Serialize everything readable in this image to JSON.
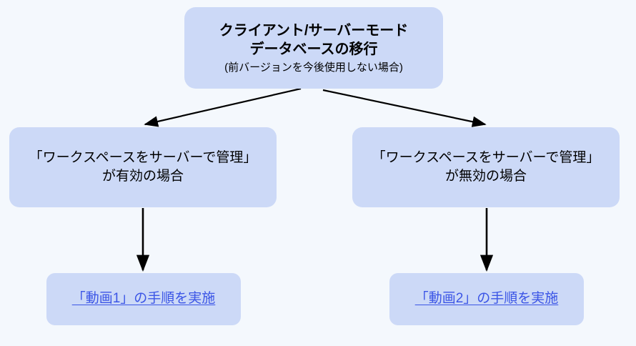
{
  "diagram": {
    "background_color": "#f4f8fd",
    "node_fill_color": "#ccd9f7",
    "arrow_color": "#000000",
    "link_color": "#3b55e6",
    "nodes": {
      "root": {
        "line1": "クライアント/サーバーモード",
        "line2": "データベースの移行",
        "line3": "(前バージョンを今後使用しない場合)"
      },
      "cond_enabled": {
        "line1": "「ワークスペースをサーバーで管理」",
        "line2": "が有効の場合"
      },
      "cond_disabled": {
        "line1": "「ワークスペースをサーバーで管理」",
        "line2": "が無効の場合"
      },
      "action_1": {
        "label": "「動画1」の手順を実施"
      },
      "action_2": {
        "label": "「動画2」の手順を実施"
      }
    },
    "connectors": [
      {
        "name": "root-to-enabled",
        "kind": "diagonal-arrow"
      },
      {
        "name": "root-to-disabled",
        "kind": "diagonal-arrow"
      },
      {
        "name": "enabled-to-action1",
        "kind": "vertical-arrow"
      },
      {
        "name": "disabled-to-action2",
        "kind": "vertical-arrow"
      }
    ]
  }
}
